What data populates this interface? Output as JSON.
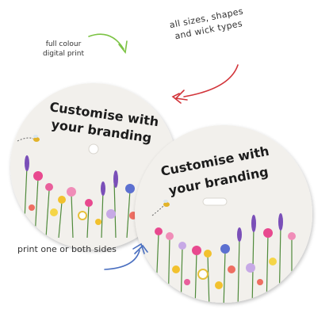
{
  "annotations": {
    "colour_line1": "full colour",
    "colour_line2": "digital print",
    "sizes_line1": "all sizes, shapes",
    "sizes_line2": "and wick types",
    "sides": "print one or both sides"
  },
  "tags": [
    {
      "line1": "Customise with",
      "line2": "your branding",
      "hole": "round"
    },
    {
      "line1": "Customise with",
      "line2": "your branding",
      "hole": "slot"
    }
  ],
  "colors": {
    "paper": "#f2f0ec",
    "text": "#1c1c1c",
    "arrow_green": "#7cc344",
    "arrow_red": "#d2343a",
    "arrow_blue": "#4a6fc0"
  }
}
